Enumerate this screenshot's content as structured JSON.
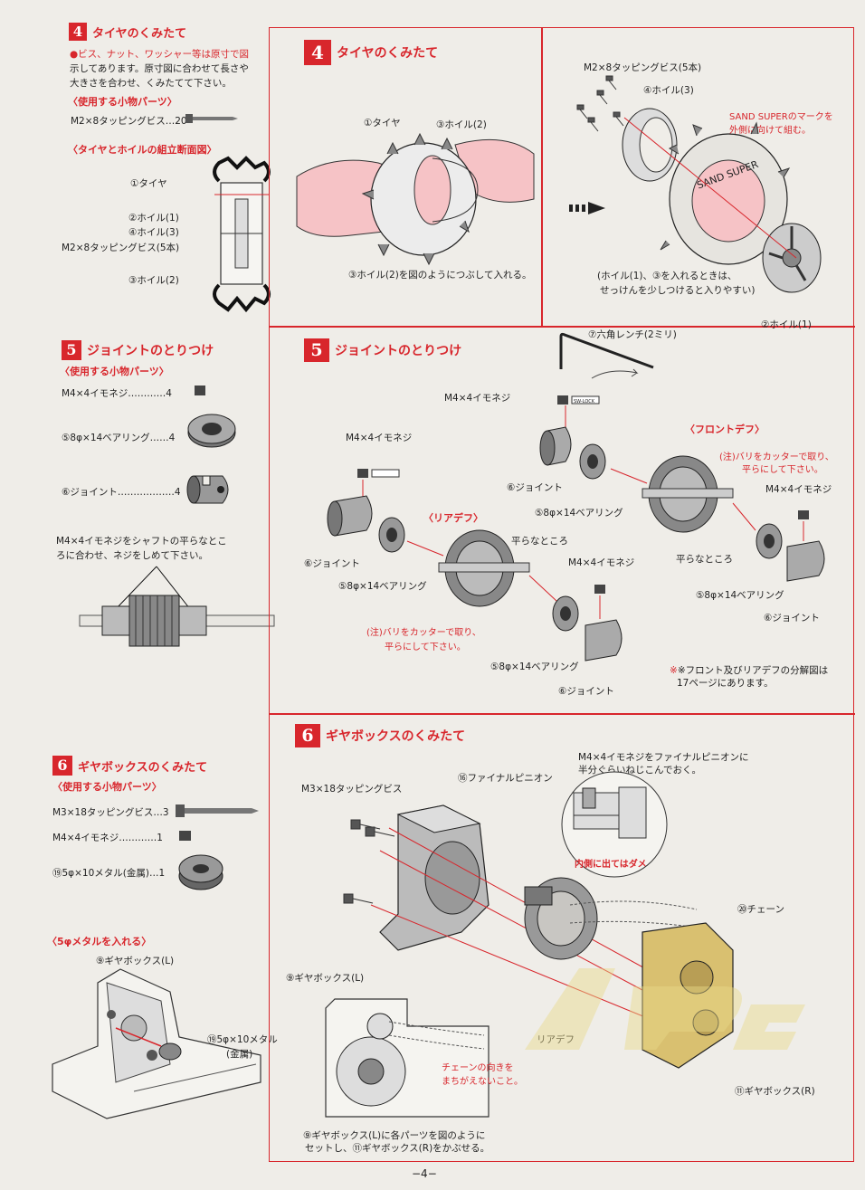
{
  "left": {
    "s4": {
      "num": "4",
      "title": "タイヤのくみたて",
      "note_lines": [
        "●ビス、ナット、ワッシャー等は原寸で図",
        "示してあります。原寸図に合わせて長さや",
        "大きさを合わせ、くみたてて下さい。"
      ],
      "parts_header": "〈使用する小物パーツ〉",
      "part1": "M2×8タッピングビス…20",
      "section_header": "〈タイヤとホイルの組立断面図〉",
      "labels": [
        "①タイヤ",
        "②ホイル(1)",
        "④ホイル(3)",
        "M2×8タッピングビス(5本)",
        "③ホイル(2)"
      ]
    },
    "s5": {
      "num": "5",
      "title": "ジョイントのとりつけ",
      "parts_header": "〈使用する小物パーツ〉",
      "parts": [
        "M4×4イモネジ…………4",
        "⑤8φ×14ベアリング……4",
        "⑥ジョイント………………4"
      ],
      "note_lines": [
        "M4×4イモネジをシャフトの平らなとこ",
        "ろに合わせ、ネジをしめて下さい。"
      ]
    },
    "s6": {
      "num": "6",
      "title": "ギヤボックスのくみたて",
      "parts_header": "〈使用する小物パーツ〉",
      "parts": [
        "M3×18タッピングビス…3",
        "M4×4イモネジ…………1",
        "⑲5φ×10メタル(金属)…1"
      ],
      "metal_header": "〈5φメタルを入れる〉",
      "gearbox_label": "⑨ギヤボックス(L)",
      "metal_label_1": "⑲5φ×10メタル",
      "metal_label_2": "(金属)"
    }
  },
  "right": {
    "s4": {
      "num": "4",
      "title": "タイヤのくみたて",
      "labels": {
        "tire": "①タイヤ",
        "wheel2": "③ホイル(2)",
        "screws": "M2×8タッピングビス(5本)",
        "wheel3": "④ホイル(3)",
        "sand_1": "SAND SUPERのマークを",
        "sand_2": "外側に向けて組む。",
        "squeeze": "③ホイル(2)を図のようにつぶして入れる。",
        "soap_1": "(ホイル(1)、③を入れるときは、",
        "soap_2": "せっけんを少しつけると入りやすい)",
        "wheel1": "②ホイル(1)",
        "tire_brand": "SAND SUPER"
      }
    },
    "s5": {
      "num": "5",
      "title": "ジョイントのとりつけ",
      "labels": {
        "wrench": "⑦六角レンチ(2ミリ)",
        "setscrew_a": "M4×4イモネジ",
        "setscrew_b": "M4×4イモネジ",
        "setscrew_c": "M4×4イモネジ",
        "setscrew_d": "M4×4イモネジ",
        "front_diff": "〈フロントデフ〉",
        "rear_diff": "〈リアデフ〉",
        "burr_1": "(注)バリをカッターで取り、",
        "burr_2": "平らにして下さい。",
        "burr_3": "(注)バリをカッターで取り、",
        "burr_4": "平らにして下さい。",
        "joint_a": "⑥ジョイント",
        "joint_b": "⑥ジョイント",
        "joint_c": "⑥ジョイント",
        "joint_d": "⑥ジョイント",
        "bearing_a": "⑤8φ×14ベアリング",
        "bearing_b": "⑤8φ×14ベアリング",
        "bearing_c": "⑤8φ×14ベアリング",
        "bearing_d": "⑤8φ×14ベアリング",
        "flat_a": "平らなところ",
        "flat_b": "平らなところ",
        "ref_1": "※フロント及びリアデフの分解図は",
        "ref_2": "17ページにあります。",
        "lock": "SW-LOCK"
      }
    },
    "s6": {
      "num": "6",
      "title": "ギヤボックスのくみたて",
      "labels": {
        "pinion_note_1": "M4×4イモネジをファイナルピニオンに",
        "pinion_note_2": "半分ぐらいねじこんでおく。",
        "final_pinion": "⑯ファイナルピニオン",
        "screws": "M3×18タッピングビス",
        "no_inside": "内側に出てはダメ",
        "chain": "⑳チェーン",
        "gearbox_l": "⑨ギヤボックス(L)",
        "rear_diff": "リアデフ",
        "chain_dir_1": "チェーンの向きを",
        "chain_dir_2": "まちがえないこと。",
        "gearbox_r": "⑪ギヤボックス(R)",
        "bottom_1": "⑨ギヤボックス(L)に各パーツを図のように",
        "bottom_2": "セットし、⑪ギヤボックス(R)をかぶせる。"
      }
    }
  },
  "page_number": "−4−"
}
